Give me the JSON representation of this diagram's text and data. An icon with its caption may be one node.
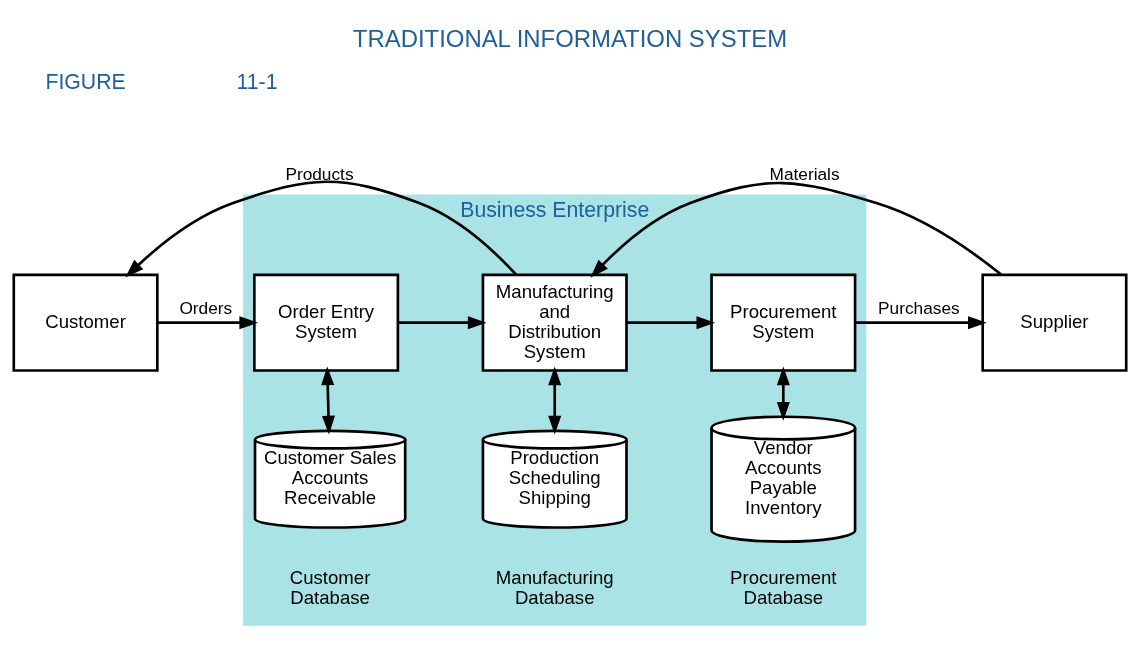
{
  "diagram": {
    "title": "TRADITIONAL INFORMATION SYSTEM",
    "nodes": [
      {
        "text": [
          "Business Enterprise"
        ]
      },
      {
        "text": [
          "Customer"
        ]
      },
      {
        "text": [
          "Order Entry System"
        ],
        "in": 0
      },
      {
        "text": [
          "Manufacturing and Distribution System"
        ],
        "in": 0
      },
      {
        "text": [
          "Procurement System"
        ],
        "in": 0
      },
      {
        "text": [
          "Supplier"
        ]
      },
      {
        "text": [
          "Customer Sales Accounts Receivable"
        ],
        "in": 0,
        "beside": [
          "Customer Database"
        ]
      },
      {
        "text": [
          "Production Scheduling Shipping"
        ],
        "in": 0,
        "beside": [
          "Manufacturing Database"
        ]
      },
      {
        "text": [
          "Vendor Accounts Payable Inventory"
        ],
        "in": 0,
        "beside": [
          "Procurement Database"
        ]
      }
    ],
    "edges": [
      {
        "from": 3,
        "to": 1,
        "arrow": "to",
        "label": "Products"
      },
      {
        "from": 5,
        "to": 3,
        "arrow": "to",
        "label": "Materials"
      },
      {
        "from": 1,
        "to": 2,
        "arrow": "to",
        "label": "Orders"
      },
      {
        "from": 2,
        "to": 3,
        "arrow": "to"
      },
      {
        "from": 3,
        "to": 4,
        "arrow": "to"
      },
      {
        "from": 4,
        "to": 5,
        "arrow": "to",
        "label": "Purchases"
      },
      {
        "from": 2,
        "to": 6,
        "arrow": "both"
      },
      {
        "from": 3,
        "to": 7,
        "arrow": "both"
      },
      {
        "from": 4,
        "to": 8,
        "arrow": "both"
      }
    ],
    "labels": [
      "FIGURE",
      "11-1"
    ]
  }
}
